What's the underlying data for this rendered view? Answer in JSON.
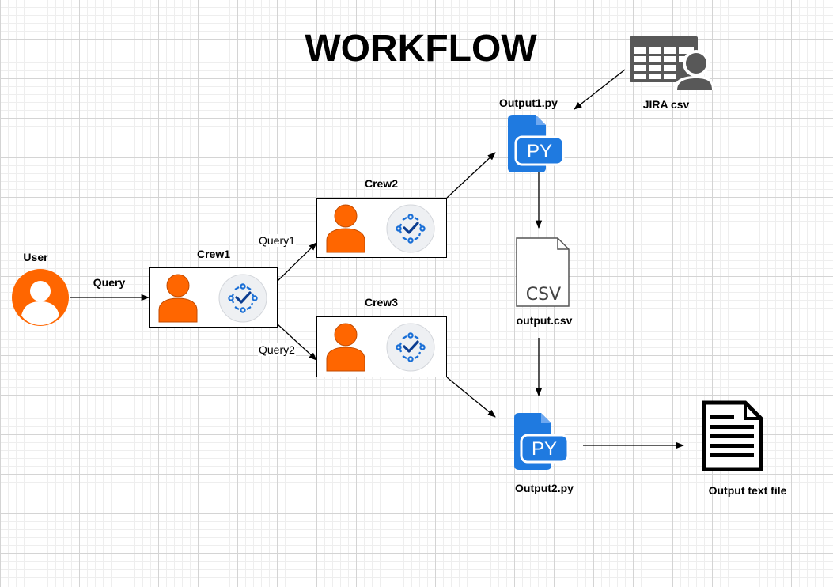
{
  "title": "WORKFLOW",
  "nodes": {
    "user": {
      "label": "User"
    },
    "crew1": {
      "label": "Crew1"
    },
    "crew2": {
      "label": "Crew2"
    },
    "crew3": {
      "label": "Crew3"
    },
    "output1_py": {
      "label": "Output1.py",
      "file_type": "PY"
    },
    "output_csv": {
      "label": "output.csv",
      "file_type": "CSV"
    },
    "output2_py": {
      "label": "Output2.py",
      "file_type": "PY"
    },
    "jira_csv": {
      "label": "JIRA csv"
    },
    "output_text_file": {
      "label": "Output text file"
    }
  },
  "edges": {
    "user_to_crew1": "Query",
    "crew1_to_crew2": "Query1",
    "crew1_to_crew3": "Query2"
  },
  "colors": {
    "person": "#ff6600",
    "person_outline": "#c04a00",
    "agent_blue": "#1a6fd6",
    "agent_bg": "#eef0f3",
    "file_blue": "#1f7ae0",
    "csv_gray": "#555555",
    "jira_gray": "#585858",
    "grid": "#d4d4d4"
  },
  "icons": [
    "user-icon",
    "person-icon",
    "agent-badge-icon",
    "py-file-icon",
    "csv-file-icon",
    "spreadsheet-user-icon",
    "text-document-icon"
  ]
}
